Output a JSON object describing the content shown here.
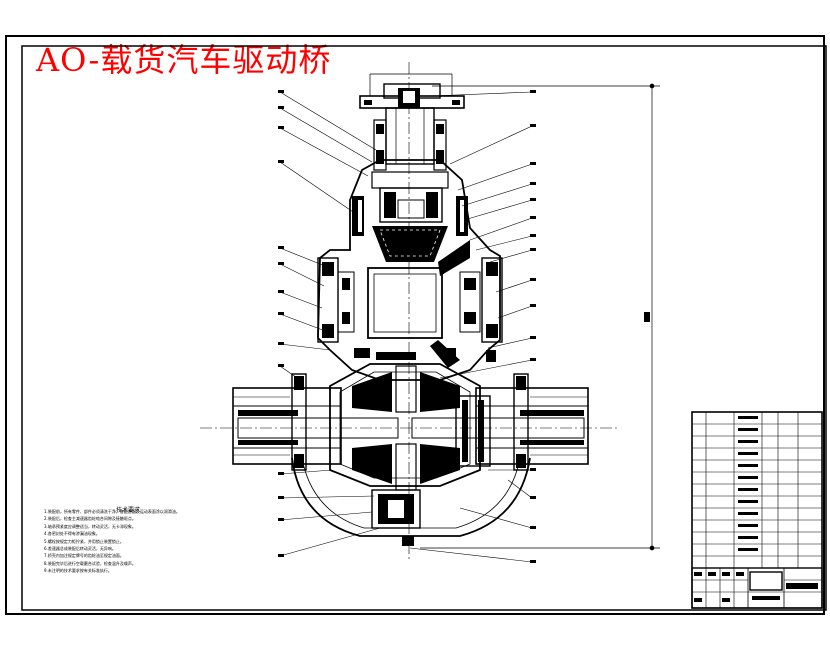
{
  "drawing": {
    "title": "AO-载货汽车驱动桥",
    "colors": {
      "title": "#ff0000",
      "lines": "#000000",
      "fill": "#000000",
      "background": "#ffffff"
    },
    "technical_notes": {
      "heading": "技术要求",
      "lines": [
        "1.装配前，所有零件、部件必须清洗干净，各配合面及运动表面涂以润滑油。",
        "2.装配后，检查主减速器齿轮啮合间隙及接触斑点。",
        "3.轴承预紧度应调整适当，转动灵活，无卡滞现象。",
        "4.各密封处不得有渗漏油现象。",
        "5.螺栓按规定力矩拧紧，并用锁止装置锁止。",
        "6.差速器总成装配后转动灵活，无异响。",
        "7.桥壳内加注规定牌号的齿轮油至规定油面。",
        "8.装配完毕后进行空载磨合试验，检查温升及噪声。",
        "9.未注明的技术要求按有关标准执行。"
      ]
    }
  }
}
